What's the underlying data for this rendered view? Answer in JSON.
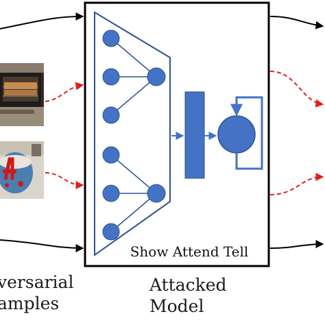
{
  "figure": {
    "model_name": "Show Attend Tell",
    "left_caption": {
      "line1": "versarial",
      "line2": "amples"
    },
    "right_caption": {
      "line1": "Attacked",
      "line2": "Model"
    }
  },
  "images": [
    {
      "name": "oven-photo",
      "subject": "open toaster oven with bread inside"
    },
    {
      "name": "cake-photo",
      "subject": "cake with red number 4 decoration"
    }
  ],
  "colors": {
    "node_fill": "#4472c4",
    "node_stroke": "#2f528f",
    "edge": "#2f528f",
    "box_border": "#000000",
    "adversarial_arrow": "#e02020",
    "clean_arrow": "#000000"
  }
}
